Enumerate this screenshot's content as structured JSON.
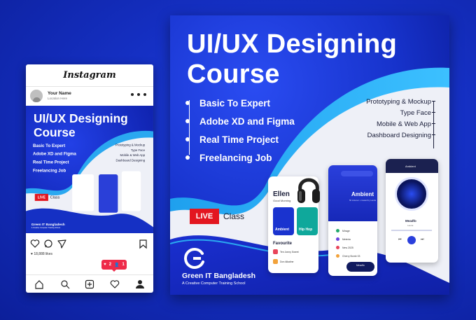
{
  "colors": {
    "brand_blue": "#1530c4",
    "accent_red": "#e31620",
    "light_blue": "#2aa8f0",
    "dark_navy": "#1b1f3a"
  },
  "instagram": {
    "app_name": "Instagram",
    "user_name": "Your Name",
    "location": "Location Here",
    "likes": "18,888 likes",
    "notif_likes": "2",
    "notif_follows": "1"
  },
  "post": {
    "title_line1": "UI/UX Designing",
    "title_line2": "Course",
    "features": [
      "Basic To Expert",
      "Adobe XD and Figma",
      "Real Time Project",
      "Freelancing Job"
    ],
    "features_right": [
      "Prototyping & Mockup",
      "Type Face",
      "Mobile & Web App",
      "Dashboard Designing"
    ],
    "live_label": "LIVE",
    "live_suffix": "Class",
    "brand_name": "Green IT Bangladesh",
    "brand_tagline": "A Creative Computer Training School"
  },
  "mock_screens": {
    "screen1": {
      "name": "Ellen",
      "greeting": "Good Morning",
      "card1": "Ambient",
      "card2": "Hip Hop",
      "section": "Favourite",
      "item1": "Ten Jonny Sweet",
      "item2": "Don Alkaline"
    },
    "screen2": {
      "heading": "Ambient",
      "subtitle": "50 Listener • created by Lauria",
      "tracks": [
        "Mirage",
        "Meteria",
        "New 2025",
        "Cherry Bomb 03"
      ],
      "now_playing": "Meadfo"
    },
    "screen3": {
      "heading": "Ambient",
      "track": "Meadfo",
      "artist": "Lauria"
    }
  },
  "icons": [
    "heart-icon",
    "comment-icon",
    "share-icon",
    "bookmark-icon",
    "home-icon",
    "search-icon",
    "add-icon",
    "activity-icon",
    "profile-icon",
    "more-dots-icon"
  ]
}
